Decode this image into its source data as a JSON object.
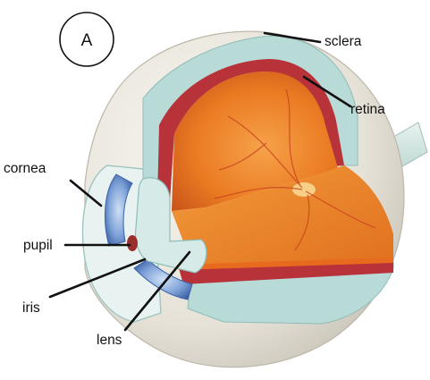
{
  "panel": {
    "letter": "A"
  },
  "labels": {
    "sclera": "sclera",
    "retina": "retina",
    "cornea": "cornea",
    "pupil": "pupil",
    "iris": "iris",
    "lens": "lens"
  },
  "colors": {
    "sclera_outer": "#ece9e1",
    "sclera_cut": "#b9dbd8",
    "choroid": "#b8323a",
    "retina_inner": "#e86a1e",
    "fundus_floor": "#f08a2a",
    "optic_nerve": "#cfe3df",
    "iris_blue": "#5f87c8",
    "label_text": "#111111"
  }
}
